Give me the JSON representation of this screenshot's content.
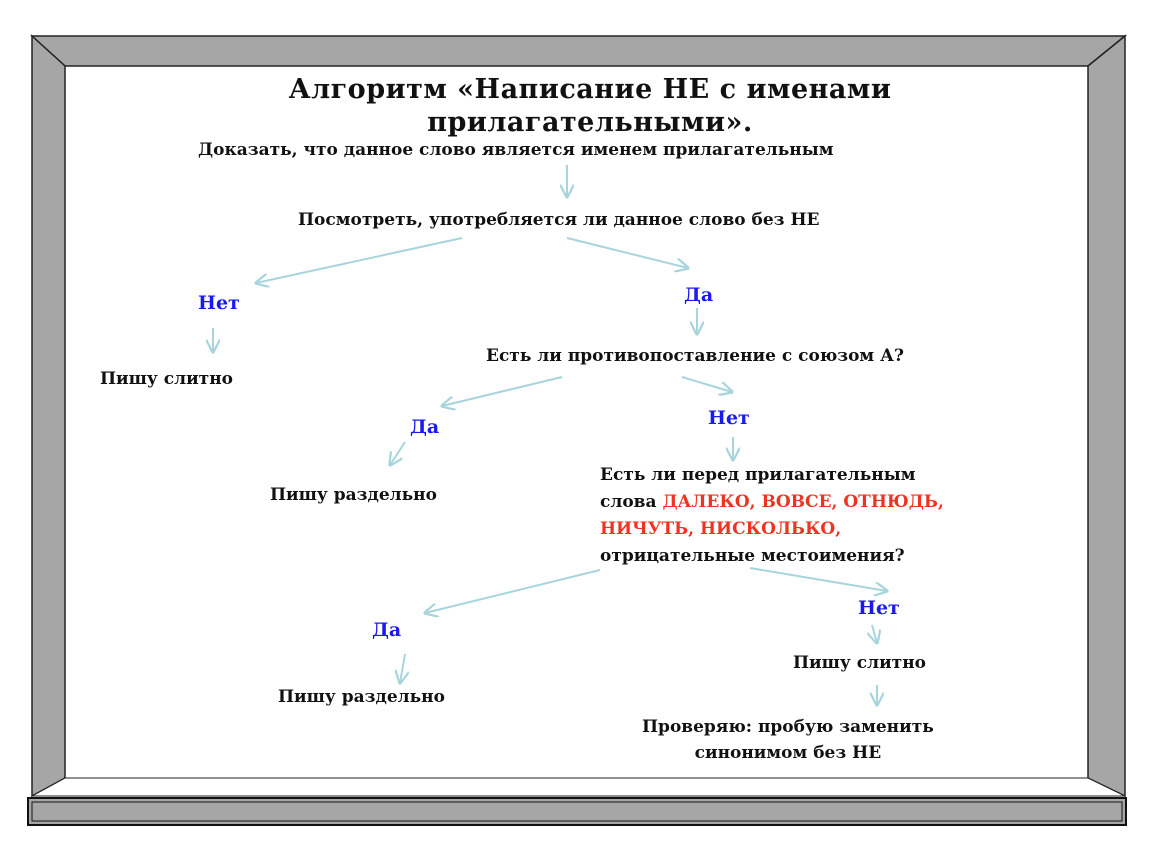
{
  "title_line1": "Алгоритм «Написание НЕ с именами",
  "title_line2": "прилагательными».",
  "nodes": {
    "prove": "Доказать, что данное слово является именем прилагательным",
    "check_without_ne": "Посмотреть, употребляется ли данное  слово без НЕ",
    "no_1": "Нет",
    "yes_1": "Да",
    "write_together_1": "Пишу слитно",
    "contrast_question": "Есть ли противопоставление с союзом А?",
    "yes_2": "Да",
    "no_2": "Нет",
    "write_separately_1": "Пишу раздельно",
    "words_q_part1": "Есть ли перед прилагательным",
    "words_q_part2": "слова",
    "words_q_red1": "ДАЛЕКО, ВОВСЕ, ОТНЮДЬ,",
    "words_q_red2": "НИЧУТЬ, НИСКОЛЬКО,",
    "words_q_part3": "отрицательные местоимения?",
    "yes_3": "Да",
    "no_3": "Нет",
    "write_separately_2": "Пишу раздельно",
    "write_together_2": "Пишу слитно",
    "check_line1": "Проверяю: пробую заменить",
    "check_line2": "синонимом без НЕ"
  },
  "colors": {
    "frame_gray": "#a6a6a6",
    "arrow": "#a8d4dc",
    "answer_blue": "#1a1aee",
    "highlight_red": "#ee3322"
  }
}
